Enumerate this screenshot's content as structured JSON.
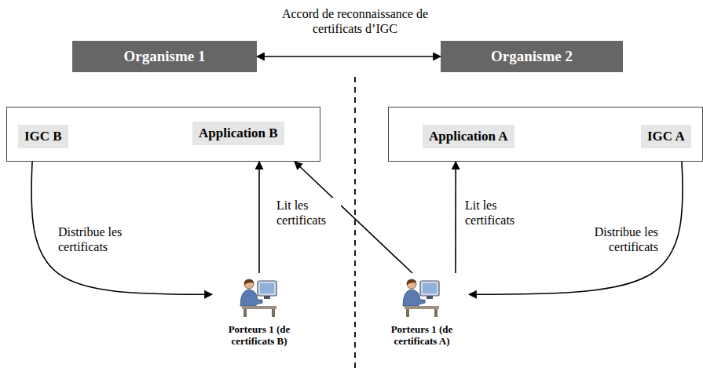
{
  "diagram": {
    "nodes": [
      {
        "text": [
          "Organisme 1"
        ]
      },
      {
        "text": [
          "Organisme 2"
        ]
      },
      {
        "text": []
      },
      {
        "text": [
          "IGC B"
        ],
        "in": 2
      },
      {
        "text": [
          "Application B"
        ],
        "in": 2
      },
      {
        "text": []
      },
      {
        "text": [
          "Application A"
        ],
        "in": 5
      },
      {
        "text": [
          "IGC A"
        ],
        "in": 5
      },
      {
        "text": [
          "Porteurs 1 (de certificats B)"
        ]
      },
      {
        "text": [
          "Porteurs 1 (de certificats A)"
        ]
      }
    ],
    "edges": [
      {
        "from": 0,
        "to": 1,
        "arrow": "both",
        "label": "Accord de reconnaissance de certificats d’IGC"
      },
      {
        "from": 3,
        "to": 8,
        "arrow": "to",
        "label": "Distribue les certificats"
      },
      {
        "from": 8,
        "to": 2,
        "arrow": "to",
        "label": "Lit les certificats"
      },
      {
        "from": 9,
        "to": 2,
        "arrow": "to"
      },
      {
        "from": 9,
        "to": 5,
        "arrow": "to",
        "label": "Lit les certificats"
      },
      {
        "from": 7,
        "to": 9,
        "arrow": "to",
        "label": "Distribue les certificats"
      }
    ]
  }
}
